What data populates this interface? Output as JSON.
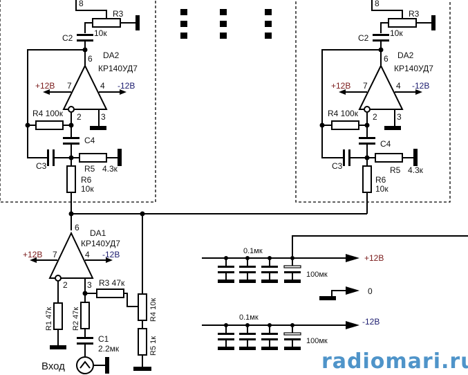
{
  "stage_top_left": {
    "pin8": "8",
    "r3": "R3",
    "r3_val": "10к",
    "c2": "C2",
    "opamp": "DA2",
    "opamp_type": "КР140УД7",
    "pin6": "6",
    "pin7": "7",
    "pin4": "4",
    "pin2": "2",
    "pin3": "3",
    "vpos": "+12В",
    "vneg": "-12В",
    "r4": "R4 100к",
    "c4": "C4",
    "c3": "C3",
    "r5": "R5",
    "r5_val": "4.3к",
    "r6": "R6",
    "r6_val": "10к"
  },
  "stage_top_right": {
    "pin8": "8",
    "r3": "R3",
    "r3_val": "10к",
    "c2": "C2",
    "opamp": "DA2",
    "opamp_type": "КР140УД7",
    "pin6": "6",
    "pin7": "7",
    "pin4": "4",
    "pin2": "2",
    "pin3": "3",
    "vpos": "+12В",
    "vneg": "-12В",
    "r4": "R4 100к",
    "c4": "C4",
    "c3": "C3",
    "r5": "R5",
    "r5_val": "4.3к",
    "r6": "R6",
    "r6_val": "10к"
  },
  "input_stage": {
    "opamp": "DA1",
    "opamp_type": "КР140УД7",
    "pin6": "6",
    "pin7": "7",
    "pin4": "4",
    "pin2": "2",
    "pin3": "3",
    "vpos": "+12В",
    "vneg": "-12В",
    "r3": "R3 47к",
    "r1": "R1 47к",
    "r2": "R2 47к",
    "c1": "C1",
    "c1_val": "2.2мк",
    "r4": "R4 10к",
    "r5": "R5 1к",
    "input_label": "Вход"
  },
  "power": {
    "pos_cap": "0.1мк",
    "pos_elec": "100мк",
    "pos_rail": "+12В",
    "ground_label": "0",
    "neg_cap": "0.1мк",
    "neg_elec": "100мк",
    "neg_rail": "-12В"
  },
  "watermark": "radiomari.ru",
  "colors": {
    "positive": "#7a1a1a",
    "negative": "#1a1a6e",
    "watermark": "#4f94c9"
  }
}
